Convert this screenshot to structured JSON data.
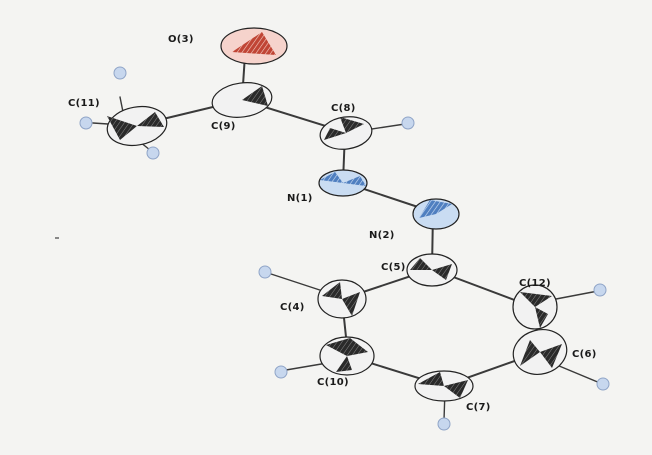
{
  "diagram": {
    "type": "ortep-molecular-structure",
    "colors": {
      "carbon": "#f0f0f0",
      "carbon_hatch": "#222222",
      "nitrogen": "#b9d4f0",
      "nitrogen_hatch": "#5a86c4",
      "oxygen": "#f4c4bc",
      "oxygen_hatch": "#c84a3a",
      "hydrogen": "#c7d7ee"
    },
    "atoms": [
      {
        "id": "O3",
        "label": "O(3)",
        "element": "O"
      },
      {
        "id": "C9",
        "label": "C(9)",
        "element": "C"
      },
      {
        "id": "C11",
        "label": "C(11)",
        "element": "C"
      },
      {
        "id": "C8",
        "label": "C(8)",
        "element": "C"
      },
      {
        "id": "N1",
        "label": "N(1)",
        "element": "N"
      },
      {
        "id": "N2",
        "label": "N(2)",
        "element": "N"
      },
      {
        "id": "C5",
        "label": "C(5)",
        "element": "C"
      },
      {
        "id": "C4",
        "label": "C(4)",
        "element": "C"
      },
      {
        "id": "C12",
        "label": "C(12)",
        "element": "C"
      },
      {
        "id": "C10",
        "label": "C(10)",
        "element": "C"
      },
      {
        "id": "C6",
        "label": "C(6)",
        "element": "C"
      },
      {
        "id": "C7",
        "label": "C(7)",
        "element": "C"
      }
    ],
    "bonds": [
      [
        "O3",
        "C9"
      ],
      [
        "C9",
        "C11"
      ],
      [
        "C9",
        "C8"
      ],
      [
        "C8",
        "N1"
      ],
      [
        "N1",
        "N2"
      ],
      [
        "N2",
        "C5"
      ],
      [
        "C5",
        "C4"
      ],
      [
        "C5",
        "C12"
      ],
      [
        "C4",
        "C10"
      ],
      [
        "C10",
        "C7"
      ],
      [
        "C7",
        "C6"
      ],
      [
        "C6",
        "C12"
      ]
    ]
  }
}
